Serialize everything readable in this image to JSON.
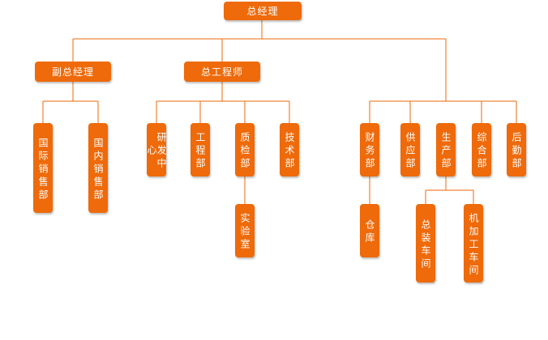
{
  "colors": {
    "box": "#ee6a0a",
    "line": "#ee6a0a",
    "text": "#ffffff"
  },
  "nodes": {
    "gm": "总经理",
    "deputy": "副总经理",
    "chief_engineer": "总工程师",
    "intl_sales": "国际销售部",
    "domestic_sales": "国内销售部",
    "rd_center": "研发中心",
    "engineering": "工程部",
    "qc": "质检部",
    "tech": "技术部",
    "lab": "实验室",
    "finance": "财务部",
    "supply": "供应部",
    "production": "生产部",
    "general": "综合部",
    "logistics": "后勤部",
    "warehouse": "仓库",
    "assembly": "总装车间",
    "machining": "机加工车间"
  }
}
